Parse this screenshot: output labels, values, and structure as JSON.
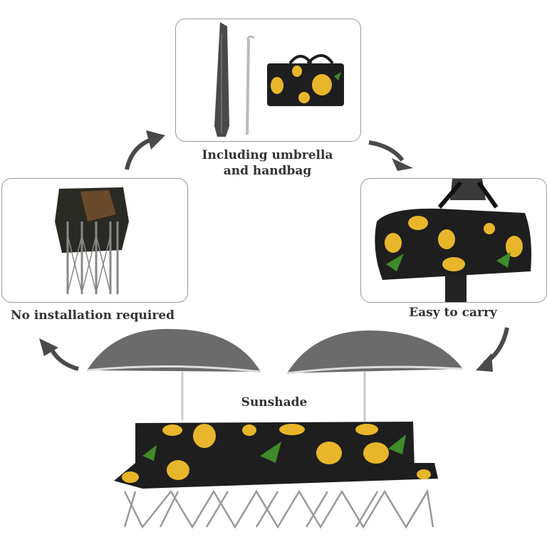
{
  "panels": {
    "accessories": {
      "caption_line1": "Including umbrella",
      "caption_line2": "and handbag"
    },
    "carry": {
      "caption": "Easy to carry"
    },
    "folded": {
      "caption": "No installation required"
    },
    "bench": {
      "caption": "Sunshade"
    }
  },
  "colors": {
    "bag_black": "#1e1e1e",
    "pineapple": "#e8b62a",
    "leaf": "#3f8a2a",
    "umbrella": "#6b6b6b",
    "arrow": "#4a4a48"
  }
}
